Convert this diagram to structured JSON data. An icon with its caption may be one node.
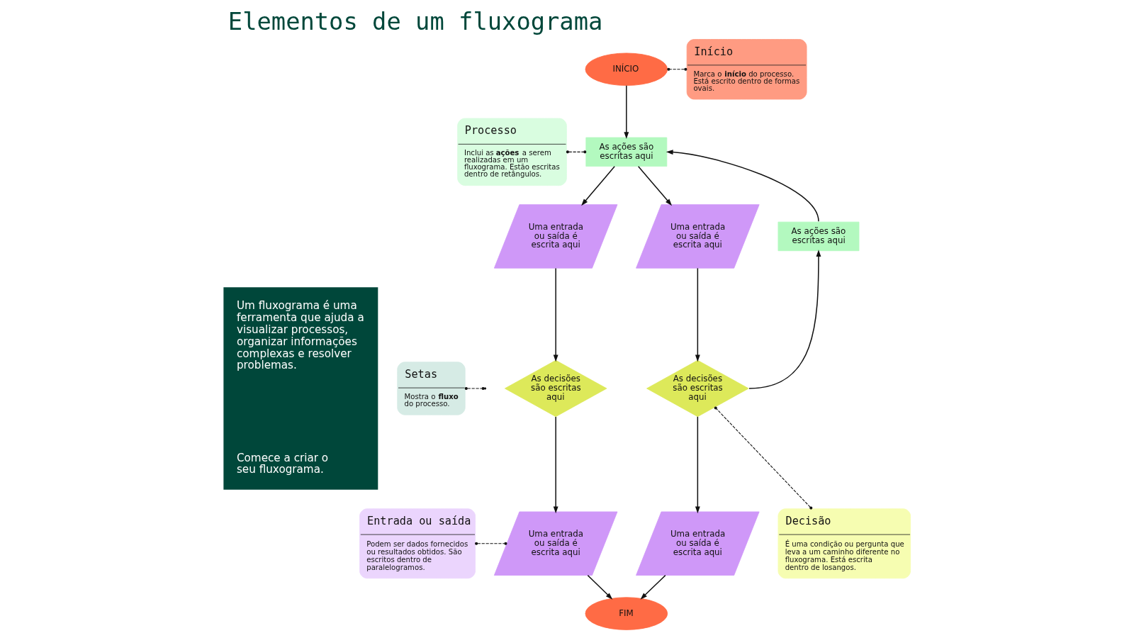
{
  "diagram": {
    "title": "Elementos de um fluxograma",
    "nodes": [
      {
        "text": [
          "Um fluxograma é uma ferramenta que ajuda a visualizar processos, organizar informações complexas e resolver problemas.",
          "Comece a criar o seu fluxograma."
        ]
      },
      {
        "text": [
          "INÍCIO"
        ]
      },
      {
        "text": [
          "Início",
          "Marca o **início** do processo. Está escrito dentro de formas ovais."
        ]
      },
      {
        "text": [
          "Processo",
          "Inclui as **ações** a serem realizadas em um fluxograma. Estão escritas dentro de retângulos."
        ]
      },
      {
        "text": [
          "As ações são escritas aqui"
        ]
      },
      {
        "text": [
          "Uma entrada ou saída é escrita aqui"
        ]
      },
      {
        "text": [
          "Uma entrada ou saída é escrita aqui"
        ]
      },
      {
        "text": [
          "As ações são escritas aqui"
        ]
      },
      {
        "text": [
          "Setas",
          "Mostra o **fluxo** do processo."
        ]
      },
      {
        "text": [
          "As decisões são escritas aqui"
        ]
      },
      {
        "text": [
          "As decisões são escritas aqui"
        ]
      },
      {
        "text": [
          "Uma entrada ou saída é escrita aqui"
        ]
      },
      {
        "text": [
          "Uma entrada ou saída é escrita aqui"
        ]
      },
      {
        "text": [
          "Decisão",
          "É uma condição ou pergunta que leva a um caminho diferente no fluxograma. Está escrita dentro de losangos."
        ]
      },
      {
        "text": [
          "Entrada ou saída",
          "Podem ser dados fornecidos ou resultados obtidos. São escritos dentro de paralelogramos."
        ]
      },
      {
        "text": [
          "FIM"
        ]
      }
    ],
    "edges": [
      {
        "from": 1,
        "to": 4,
        "arrow": "to"
      },
      {
        "from": 4,
        "to": 5,
        "arrow": "to"
      },
      {
        "from": 4,
        "to": 6,
        "arrow": "to"
      },
      {
        "from": 5,
        "to": 9,
        "arrow": "to"
      },
      {
        "from": 6,
        "to": 10,
        "arrow": "to"
      },
      {
        "from": 10,
        "to": 7,
        "arrow": "to"
      },
      {
        "from": 7,
        "to": 4,
        "arrow": "to"
      },
      {
        "from": 9,
        "to": 11,
        "arrow": "to"
      },
      {
        "from": 10,
        "to": 12,
        "arrow": "to"
      },
      {
        "from": 11,
        "to": 15,
        "arrow": "to"
      },
      {
        "from": 12,
        "to": 15,
        "arrow": "to"
      },
      {
        "from": 2,
        "to": 1,
        "arrow": "other",
        "style": "dashed"
      },
      {
        "from": 3,
        "to": 4,
        "arrow": "other",
        "style": "dashed"
      },
      {
        "from": 8,
        "to": null,
        "arrow": "other",
        "style": "dashed"
      },
      {
        "from": 13,
        "to": 10,
        "arrow": "other",
        "style": "dashed"
      },
      {
        "from": 14,
        "to": 11,
        "arrow": "other",
        "style": "dashed"
      }
    ]
  }
}
